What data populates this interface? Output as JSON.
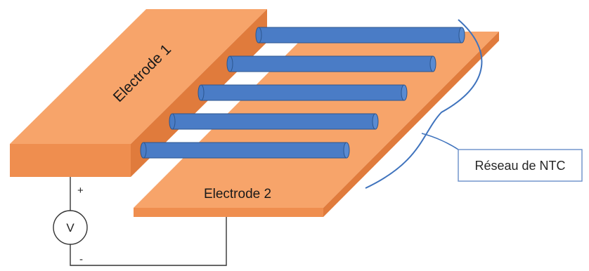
{
  "labels": {
    "electrode_1": "Electrode 1",
    "electrode_2": "Electrode 2",
    "network": "Réseau de NTC",
    "voltmeter": "V",
    "plus": "+",
    "minus": "-"
  },
  "nanotube_count": 5,
  "colors": {
    "electrode_top": "#f7a46a",
    "electrode_side": "#e07b3c",
    "electrode_front": "#ef8e4f",
    "nanotube_fill": "#4a7cc6",
    "nanotube_edge": "#2c568f",
    "bracket": "#3f73bd",
    "wire": "#333333"
  }
}
